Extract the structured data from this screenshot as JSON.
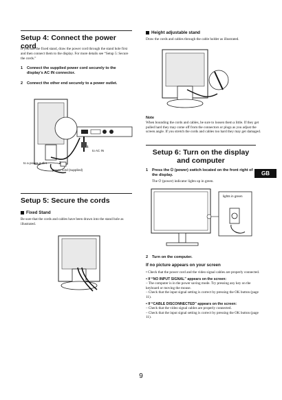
{
  "left": {
    "s4_title": "Setup 4: Connect the power cord",
    "s4_body": "If you use the fixed stand, draw the power cord through the stand hole first and then connect them to the display. For more details see “Setup 5: Secure the cords.”",
    "s4_step1_num": "1",
    "s4_step1": "Connect the supplied power cord securely to the display's AC IN connector.",
    "s4_step2_num": "2",
    "s4_step2": "Connect the other end securely to a power outlet.",
    "fig1_label_1": "1",
    "fig1_label_acin": "to AC IN",
    "fig1_label_outlet": "to a power outlet",
    "fig1_label_2": "2",
    "fig1_label_cord": "power cord (supplied)",
    "s5_title": "Setup 5: Secure the cords",
    "s5_sub": "Fixed Stand",
    "s5_body": "Be sure that the cords and cables have been drawn into the stand hole as illustrated."
  },
  "right": {
    "adj_title": "Height adjustable stand",
    "adj_body": "Draw the cords and cables through the cable holder as illustrated.",
    "note_hdr": "Note",
    "note_body": "When bounding the cords and cables, be sure to loosen them a little. If they get pulled hard they may come off from the connectors or plugs as you adjust the screen angle. If you stretch the cords and cables too hard they may get damaged.",
    "s6_title": "Setup 6: Turn on the display and computer",
    "s6_step1_num": "1",
    "s6_step1": "Press the ⏻ (power) switch located on the front right of the display.",
    "s6_step1_sub": "The ⏻ (power) indicator lights up in green.",
    "lights_label": "lights in green",
    "s6_step2_num": "2",
    "s6_step2": "Turn on the computer.",
    "nopic_title": "If no picture appears on your screen",
    "nopic_b1": "• Check that the power cord and the video signal cables are properly connected.",
    "nopic_b2_hdr": "• If “NO INPUT SIGNAL” appears on the screen:",
    "nopic_b2_l1": "– The computer is in the power saving mode. Try pressing any key on the keyboard or moving the mouse.",
    "nopic_b2_l2": "– Check that the input signal setting is correct by pressing the OK button (page 11).",
    "nopic_b3_hdr": "• If “CABLE DISCONNECTED” appears on the screen:",
    "nopic_b3_l1": "– Check that the video signal cables are properly connected.",
    "nopic_b3_l2": "– Check that the input signal setting is correct by pressing the OK button (page 11)."
  },
  "tab": "GB",
  "page_number": "9"
}
